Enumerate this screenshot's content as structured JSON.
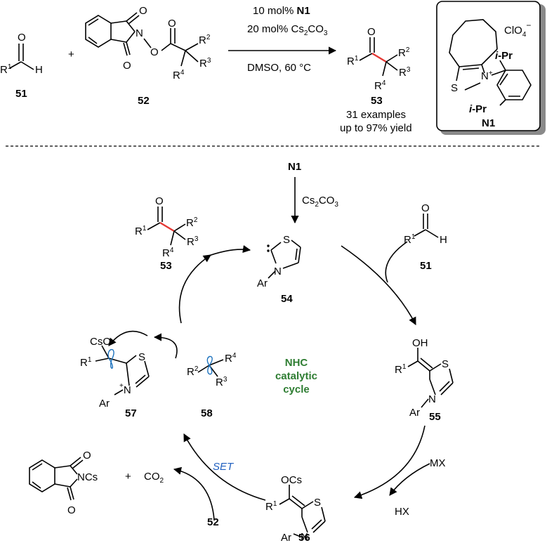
{
  "reaction": {
    "reagent_catalyst": "10 mol% N1",
    "reagent_base": "20 mol% Cs2CO3",
    "conditions": "DMSO, 60 °C",
    "compounds": {
      "aldehyde": "51",
      "ester": "52",
      "product": "53"
    },
    "scope_examples": "31 examples",
    "scope_yield": "up to 97% yield"
  },
  "catalyst_box": {
    "label": "N1",
    "counterion": "ClO4",
    "substituent": "i-Pr"
  },
  "cycle": {
    "center_label": [
      "NHC",
      "catalytic",
      "cycle"
    ],
    "center_color": "#2e7d32",
    "start_label": "N1",
    "base_label": "Cs2CO3",
    "intermediates": [
      "54",
      "55",
      "56",
      "57",
      "58"
    ],
    "aldehyde_in": "51",
    "product_out": "53",
    "ester_in": "52",
    "mx_label": "MX",
    "hx_label": "HX",
    "set_label": "SET",
    "set_color": "#1f5fbf",
    "side_products": [
      "NCs",
      "CO2"
    ]
  },
  "colors": {
    "new_bond": "#e53935",
    "orbital": "#1e73be"
  }
}
